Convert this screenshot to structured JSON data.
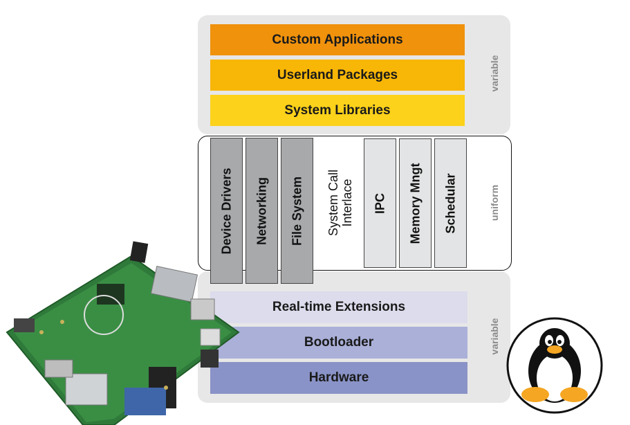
{
  "user_layers": [
    {
      "label": "Custom Applications",
      "color": "#f0920c"
    },
    {
      "label": "Userland Packages",
      "color": "#f8b606"
    },
    {
      "label": "System Libraries",
      "color": "#fcd21a"
    }
  ],
  "kernel_components": {
    "left": [
      "Device Drivers",
      "Networking",
      "File System"
    ],
    "center_line1": "System Call",
    "center_line2": "Interlace",
    "right": [
      "IPC",
      "Memory Mngt",
      "Schedular"
    ]
  },
  "lower_layers": [
    {
      "label": "Real-time Extensions",
      "color": "#dcdcec"
    },
    {
      "label": "Bootloader",
      "color": "#aab0d8"
    },
    {
      "label": "Hardware",
      "color": "#8a93c7"
    }
  ],
  "side_labels": {
    "top": "variable",
    "middle": "uniform",
    "bottom": "variable"
  },
  "icons": {
    "board": "circuit-board-image",
    "penguin": "linux-tux-icon"
  }
}
